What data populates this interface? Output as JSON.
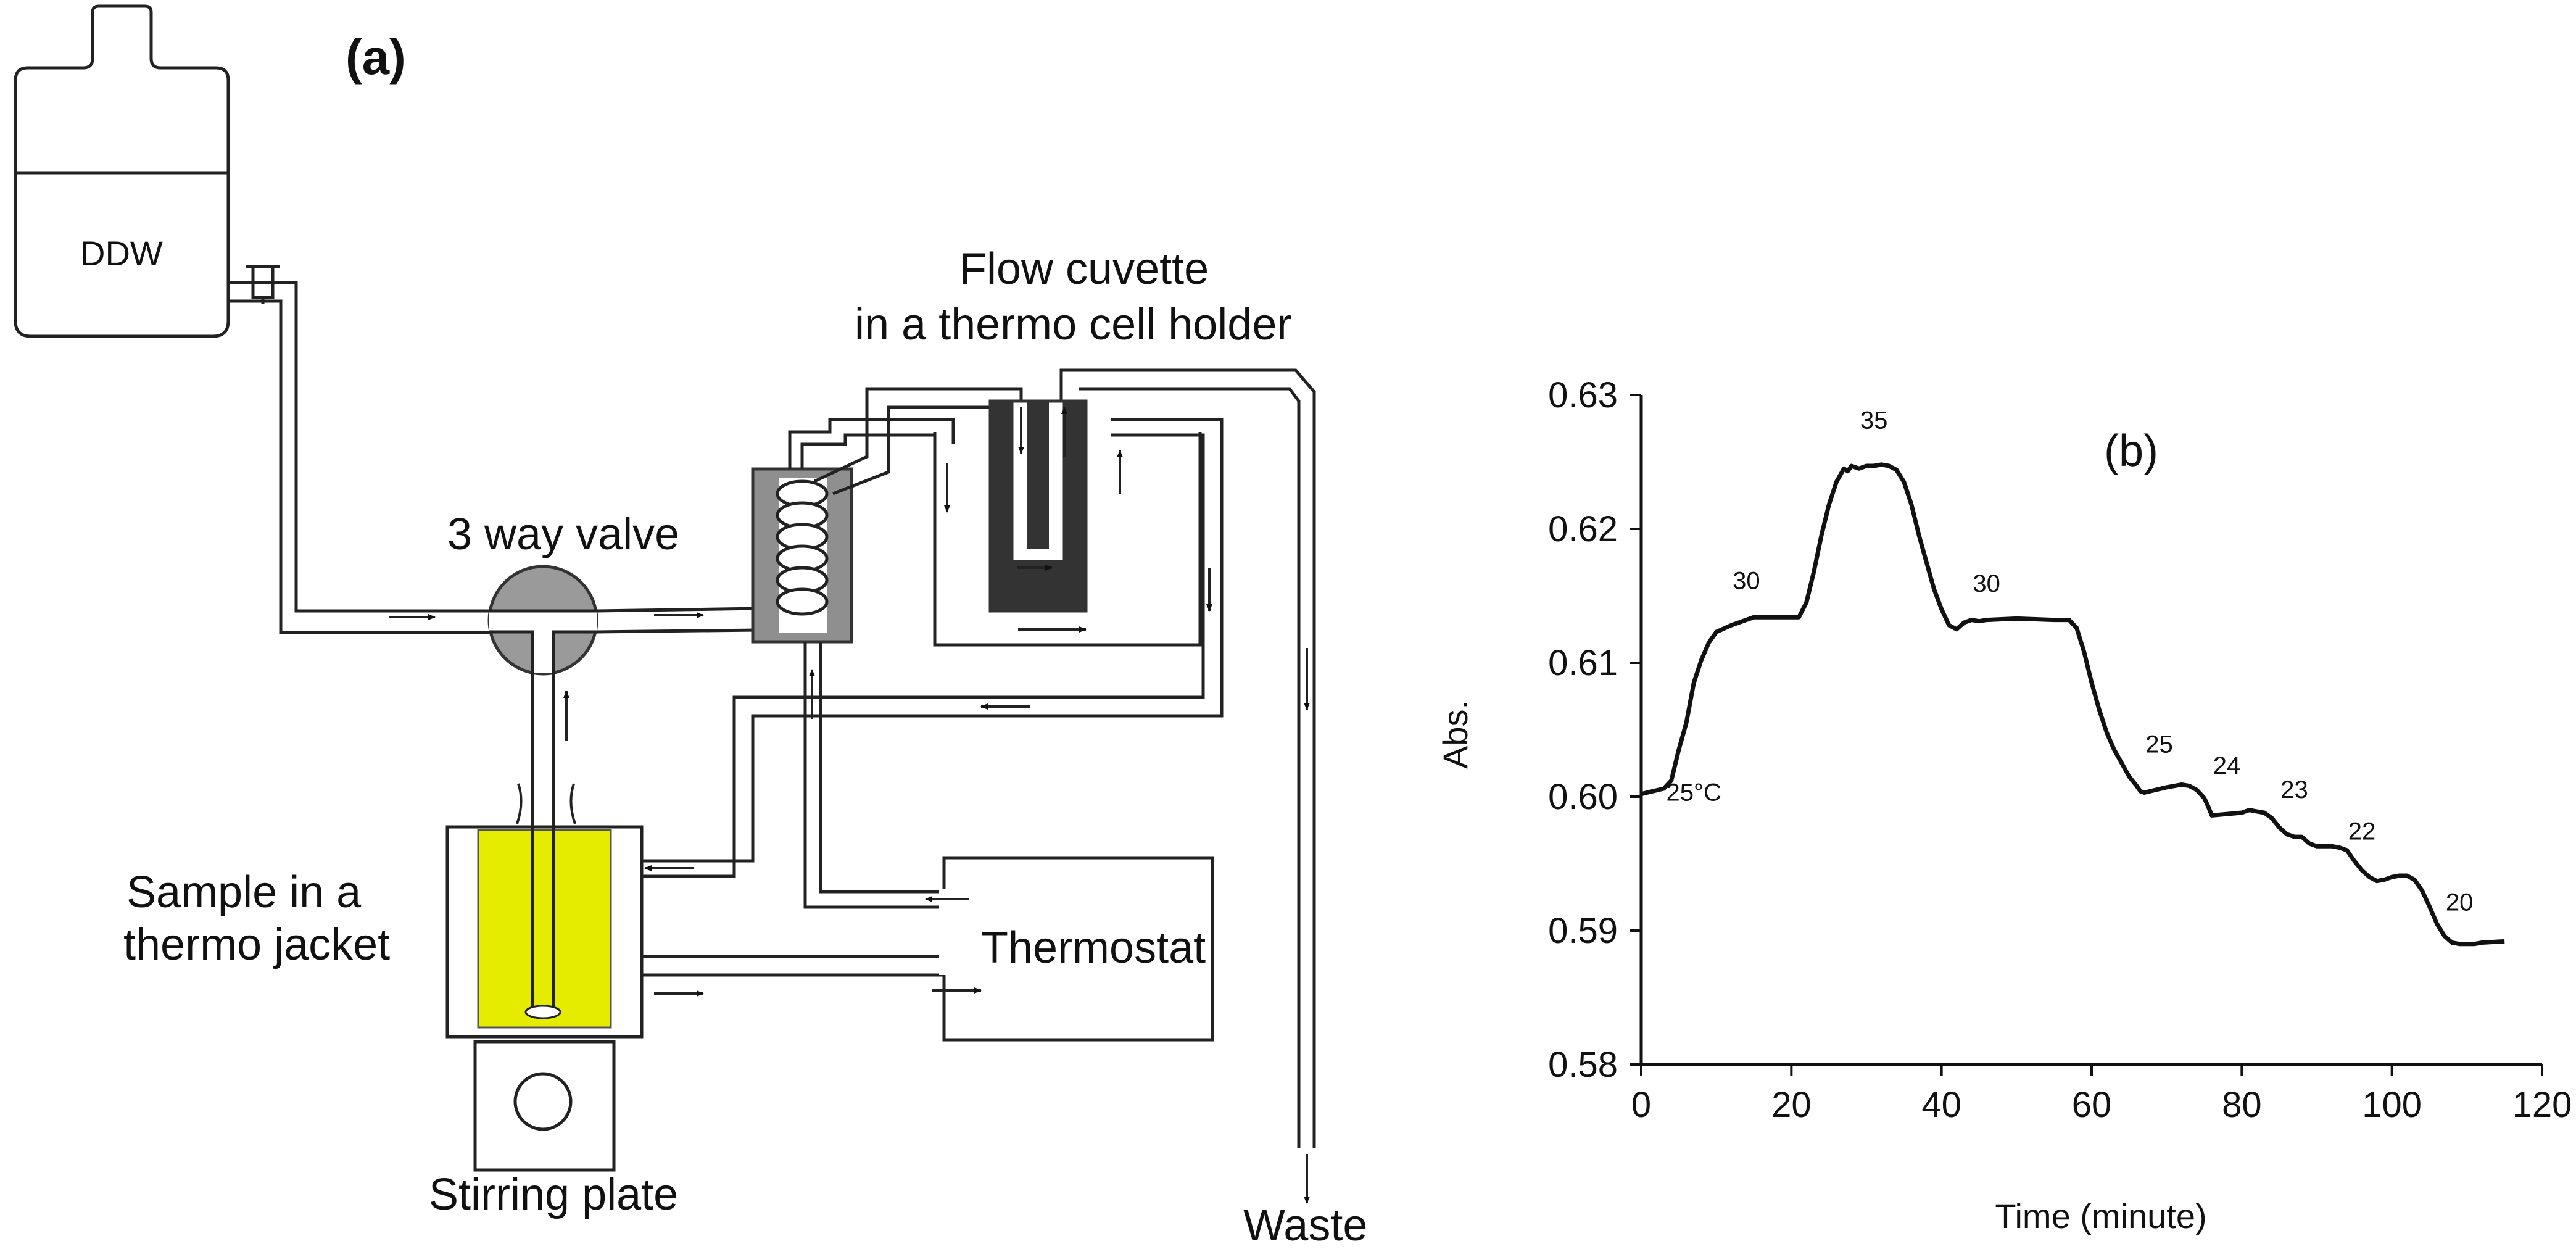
{
  "panel_a": {
    "label": "(a)",
    "reservoir": "DDW",
    "valve": "3 way valve",
    "cuvette_line1": "Flow cuvette",
    "cuvette_line2": "in a  thermo cell holder",
    "sample_line1": "Sample in a",
    "sample_line2": "thermo jacket",
    "thermostat": "Thermostat",
    "stirring_plate": "Stirring plate",
    "waste": "Waste"
  },
  "panel_b": {
    "label": "(b)"
  },
  "chart_data": {
    "type": "line",
    "xlabel": "Time (minute)",
    "ylabel": "Abs.",
    "xlim": [
      0,
      120
    ],
    "ylim": [
      0.58,
      0.63
    ],
    "xticks": [
      0,
      20,
      40,
      60,
      80,
      100,
      120
    ],
    "xtick_labels": [
      "0",
      "20",
      "40",
      "60",
      "80",
      "100",
      "120"
    ],
    "yticks": [
      0.58,
      0.59,
      0.6,
      0.61,
      0.62,
      0.63
    ],
    "ytick_labels": [
      "0.58",
      "0.59",
      "0.60",
      "0.61",
      "0.62",
      "0.63"
    ],
    "grid": false,
    "line_color": "#111111",
    "series": [
      {
        "x": [
          0,
          3,
          4,
          5,
          6,
          7,
          8,
          9,
          10,
          12,
          15,
          18,
          21,
          22,
          23,
          24,
          25,
          26,
          26.5,
          27,
          27.5,
          28,
          29,
          30,
          31,
          32,
          33,
          34,
          35,
          36,
          37,
          38,
          39,
          40,
          41,
          42,
          43,
          44,
          45,
          46,
          50,
          55,
          57,
          58,
          59,
          60,
          61,
          62,
          63,
          64,
          65,
          66,
          66.5,
          67,
          70,
          72,
          73,
          74,
          75,
          75.5,
          76,
          78,
          80,
          81,
          82,
          83,
          84,
          85,
          86,
          87,
          88,
          89,
          90,
          91,
          92,
          93,
          94,
          95,
          96,
          97,
          98,
          99,
          100,
          101,
          102,
          103,
          104,
          105,
          106,
          107,
          108,
          109,
          110,
          111,
          112,
          115
        ],
        "y": [
          0.6002,
          0.6006,
          0.6012,
          0.6035,
          0.6055,
          0.6085,
          0.6102,
          0.6115,
          0.6123,
          0.6128,
          0.6134,
          0.6134,
          0.6134,
          0.6145,
          0.6168,
          0.6195,
          0.6218,
          0.6235,
          0.624,
          0.6245,
          0.6243,
          0.6247,
          0.6245,
          0.6247,
          0.6247,
          0.6248,
          0.6247,
          0.6244,
          0.6235,
          0.6218,
          0.6195,
          0.6175,
          0.6155,
          0.614,
          0.6128,
          0.6125,
          0.613,
          0.6132,
          0.6131,
          0.6132,
          0.6133,
          0.6132,
          0.6132,
          0.6126,
          0.6108,
          0.6085,
          0.6065,
          0.6048,
          0.6035,
          0.6025,
          0.6015,
          0.6008,
          0.6004,
          0.6003,
          0.6007,
          0.6009,
          0.6008,
          0.6005,
          0.5999,
          0.5993,
          0.5986,
          0.5987,
          0.5988,
          0.599,
          0.5989,
          0.5988,
          0.5984,
          0.5977,
          0.5972,
          0.597,
          0.597,
          0.5965,
          0.5963,
          0.5963,
          0.5963,
          0.5962,
          0.596,
          0.5952,
          0.5945,
          0.594,
          0.5937,
          0.5938,
          0.594,
          0.5941,
          0.5941,
          0.5938,
          0.593,
          0.5918,
          0.5905,
          0.5896,
          0.5891,
          0.589,
          0.589,
          0.589,
          0.5891,
          0.5892
        ]
      }
    ],
    "annotations": [
      {
        "text": "25°C",
        "x": 7,
        "y": 0.5997
      },
      {
        "text": "30",
        "x": 14,
        "y": 0.6155
      },
      {
        "text": "35",
        "x": 31,
        "y": 0.6275
      },
      {
        "text": "30",
        "x": 46,
        "y": 0.6153
      },
      {
        "text": "25",
        "x": 69,
        "y": 0.6033
      },
      {
        "text": "24",
        "x": 78,
        "y": 0.6017
      },
      {
        "text": "23",
        "x": 87,
        "y": 0.5999
      },
      {
        "text": "22",
        "x": 96,
        "y": 0.5968
      },
      {
        "text": "20",
        "x": 109,
        "y": 0.5915
      }
    ]
  }
}
